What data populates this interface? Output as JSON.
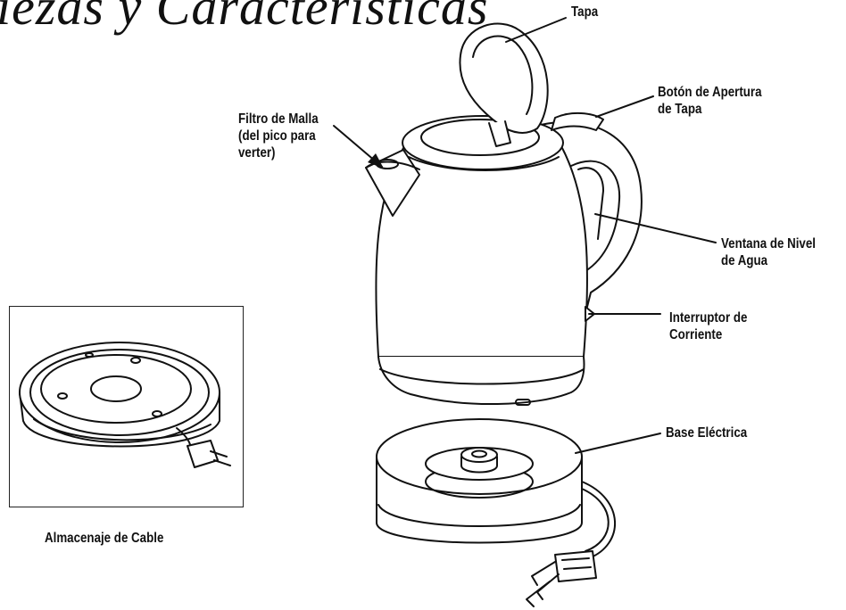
{
  "heading": "iezas y Características",
  "labels": {
    "lid": "Tapa",
    "lid_release": "Botón de Apertura\nde Tapa",
    "mesh_filter": "Filtro de Malla\n(del pico para\nverter)",
    "water_window": "Ventana de Nivel\nde Agua",
    "power_switch": "Interruptor de\nCorriente",
    "power_base": "Base Eléctrica",
    "cord_storage": "Almacenaje de Cable"
  },
  "colors": {
    "ink": "#111111",
    "background": "#ffffff"
  }
}
